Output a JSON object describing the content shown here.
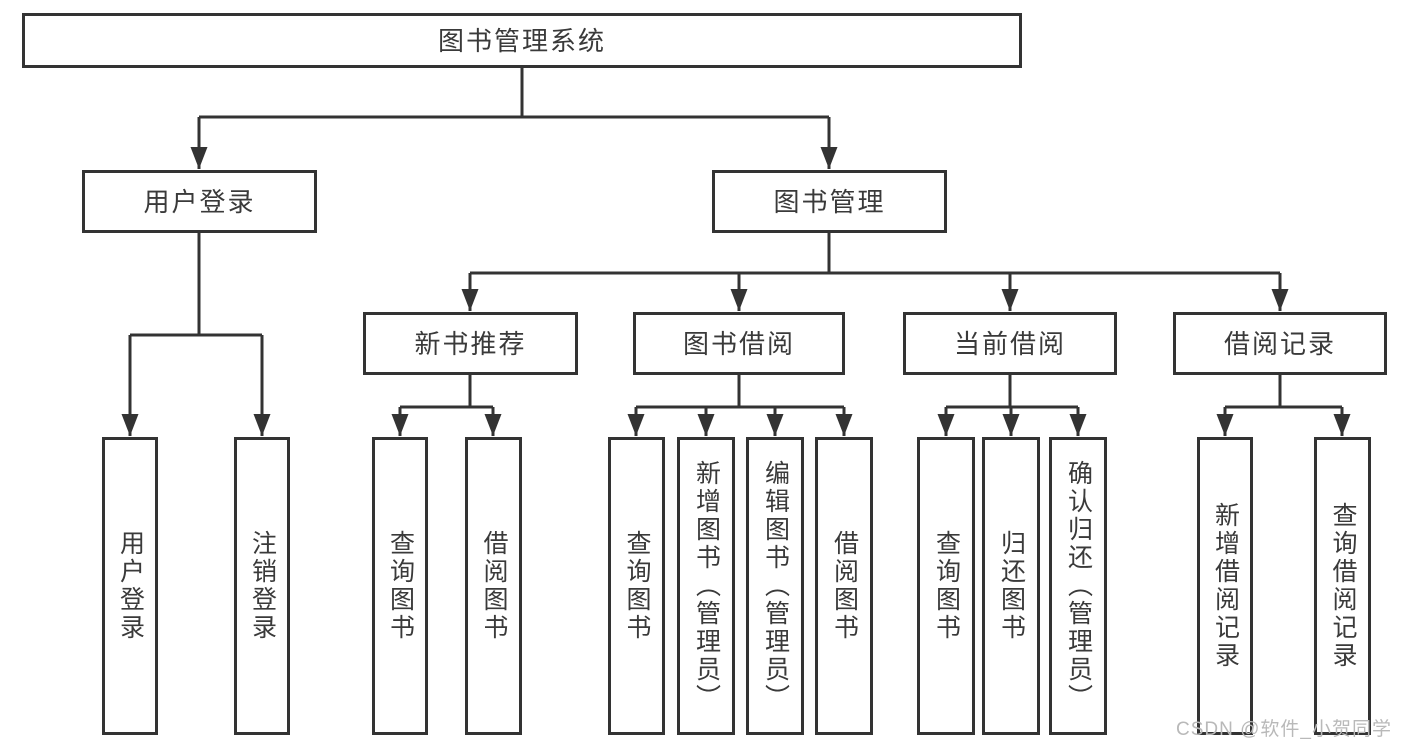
{
  "tree": {
    "root": {
      "label": "图书管理系统"
    },
    "branches": [
      {
        "label": "用户登录",
        "children": [
          {
            "label": "用户登录"
          },
          {
            "label": "注销登录"
          }
        ]
      },
      {
        "label": "图书管理",
        "groups": [
          {
            "label": "新书推荐",
            "children": [
              {
                "label": "查询图书"
              },
              {
                "label": "借阅图书"
              }
            ]
          },
          {
            "label": "图书借阅",
            "children": [
              {
                "label": "查询图书"
              },
              {
                "label": "新增图书（管理员）"
              },
              {
                "label": "编辑图书（管理员）"
              },
              {
                "label": "借阅图书"
              }
            ]
          },
          {
            "label": "当前借阅",
            "children": [
              {
                "label": "查询图书"
              },
              {
                "label": "归还图书"
              },
              {
                "label": "确认归还（管理员）"
              }
            ]
          },
          {
            "label": "借阅记录",
            "children": [
              {
                "label": "新增借阅记录"
              },
              {
                "label": "查询借阅记录"
              }
            ]
          }
        ]
      }
    ]
  },
  "watermark": {
    "text": "CSDN @软件_小贺同学"
  },
  "colors": {
    "line": "#333333",
    "text": "#3a3a3a",
    "watermark": "#b9b9b9",
    "background": "#ffffff"
  }
}
